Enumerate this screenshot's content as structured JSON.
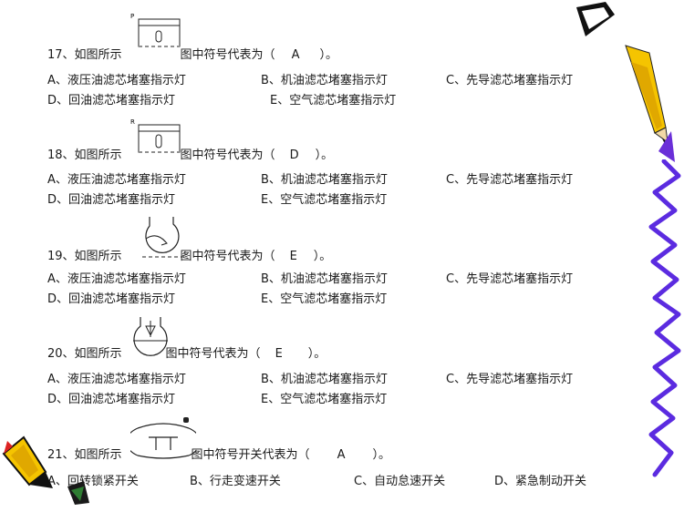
{
  "questions": [
    {
      "prompt": "17、如图所示",
      "suffix": "图中符号代表为（",
      "answer": "A",
      "close": "）。",
      "symbol_letter": "P",
      "symbol_icon": "indicator-symbol-icon",
      "options": [
        "A、液压油滤芯堵塞指示灯",
        "B、机油滤芯堵塞指示灯",
        "C、先导滤芯堵塞指示灯",
        "D、回油滤芯堵塞指示灯",
        "E、空气滤芯堵塞指示灯"
      ]
    },
    {
      "prompt": "18、如图所示",
      "suffix": "图中符号代表为（",
      "answer": "D",
      "close": "）。",
      "symbol_letter": "R",
      "symbol_icon": "indicator-symbol-icon",
      "options": [
        "A、液压油滤芯堵塞指示灯",
        "B、机油滤芯堵塞指示灯",
        "C、先导滤芯堵塞指示灯",
        "D、回油滤芯堵塞指示灯",
        "E、空气滤芯堵塞指示灯"
      ]
    },
    {
      "prompt": "19、如图所示",
      "suffix": "图中符号代表为（",
      "answer": "E",
      "close": "）。",
      "symbol_icon": "air-filter-symbol-icon",
      "options": [
        "A、液压油滤芯堵塞指示灯",
        "B、机油滤芯堵塞指示灯",
        "C、先导滤芯堵塞指示灯",
        "D、回油滤芯堵塞指示灯",
        "E、空气滤芯堵塞指示灯"
      ]
    },
    {
      "prompt": "20、如图所示",
      "suffix": "图中符号代表为（",
      "answer": "E",
      "close": "）。",
      "symbol_icon": "filter-funnel-symbol-icon",
      "options": [
        "A、液压油滤芯堵塞指示灯",
        "B、机油滤芯堵塞指示灯",
        "C、先导滤芯堵塞指示灯",
        "D、回油滤芯堵塞指示灯",
        "E、空气滤芯堵塞指示灯"
      ]
    },
    {
      "prompt": "21、如图所示",
      "suffix": "图中符号开关代表为（",
      "answer": "A",
      "close": "）。",
      "symbol_icon": "swing-lock-switch-symbol-icon",
      "options": [
        "A、回转锁紧开关",
        "B、行走变速开关",
        "C、自动怠速开关",
        "D、紧急制动开关"
      ]
    }
  ],
  "colors": {
    "squiggle": "#5b2be0",
    "pencil_yellow": "#f5c400",
    "pencil_dark": "#111111"
  },
  "decorations": [
    "pencil-icon",
    "squiggle-line-icon",
    "pencil-tip-icon"
  ]
}
